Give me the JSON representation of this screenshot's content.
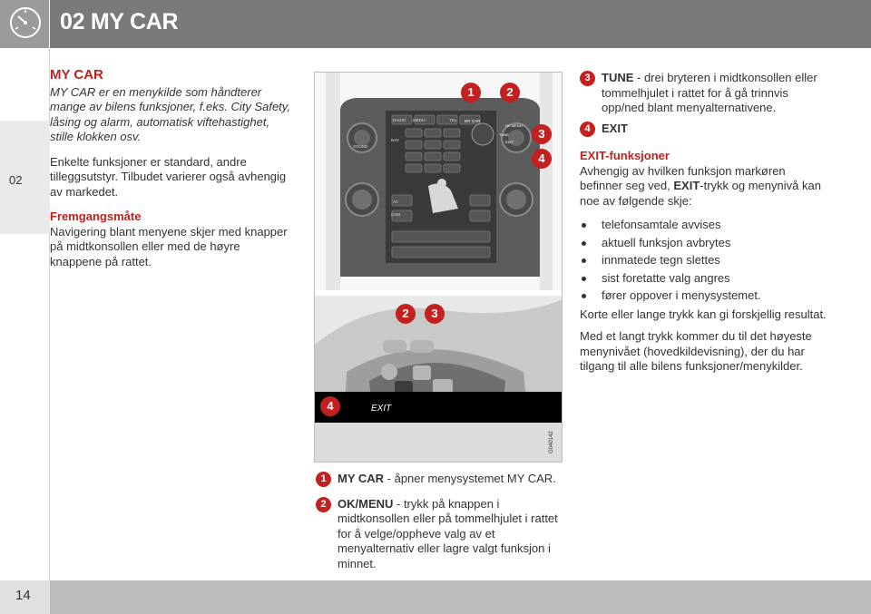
{
  "header": {
    "title": "02 MY CAR"
  },
  "sidebar": {
    "tab_label": "02"
  },
  "footer": {
    "page_number": "14"
  },
  "left_column": {
    "heading": "MY CAR",
    "intro": "MY CAR er en menykilde som håndterer mange av bilens funksjoner, f.eks. City Safety, låsing og alarm, automatisk viftehastighet, stille klokken osv.",
    "note": "Enkelte funksjoner er standard, andre tilleggsutstyr. Tilbudet varierer også avhengig av markedet.",
    "procedure_heading": "Fremgangsmåte",
    "procedure_text": "Navigering blant menyene skjer med knapper på midtkonsollen eller med de høyre knappene på rattet."
  },
  "figure": {
    "console_labels": {
      "radio": "RADIO",
      "media": "MEDIA",
      "tel": "TEL",
      "my_car": "MY CAR",
      "ok_menu": "OK MENU",
      "tune": "TUNE",
      "exit": "EXIT",
      "sound": "SOUND",
      "nav": "NAV",
      "cam": "CAM",
      "ac": "AC"
    },
    "callouts_top": [
      "1",
      "2",
      "3",
      "4"
    ],
    "callouts_wheel": [
      "2",
      "3"
    ],
    "exit_callout_number": "4",
    "exit_label": "EXIT",
    "figure_code": "G040142"
  },
  "figure_list": [
    {
      "num": "1",
      "bold": "MY CAR",
      "text": " - åpner menysystemet MY CAR."
    },
    {
      "num": "2",
      "bold": "OK/MENU",
      "text": " - trykk på knappen i midtkonsollen eller på tommelhjulet i rattet for å velge/oppheve valg av et menyalternativ eller lagre valgt funksjon i minnet."
    }
  ],
  "right_column": {
    "items": [
      {
        "num": "3",
        "bold": "TUNE",
        "text": " - drei bryteren i midtkonsollen eller tommelhjulet i rattet for å gå trinnvis opp/ned blant menyalternativene."
      },
      {
        "num": "4",
        "bold": "EXIT",
        "text": ""
      }
    ],
    "exit_heading": "EXIT-funksjoner",
    "exit_intro_1": "Avhengig av hvilken funksjon markøren befinner seg ved, ",
    "exit_intro_bold": "EXIT",
    "exit_intro_2": "-trykk og menynivå kan noe av følgende skje:",
    "bullets": [
      "telefonsamtale avvises",
      "aktuell funksjon avbrytes",
      "innmatede tegn slettes",
      "sist foretatte valg angres",
      "fører oppover i menysystemet."
    ],
    "press_note": "Korte eller lange trykk kan gi forskjellig resultat.",
    "long_press_note": "Med et langt trykk kommer du til det høyeste menynivået (hovedkildevisning), der du har tilgang til alle bilens funksjoner/menykilder."
  },
  "colors": {
    "accent_red": "#c3211f",
    "header_gray": "#7a7a7a"
  }
}
